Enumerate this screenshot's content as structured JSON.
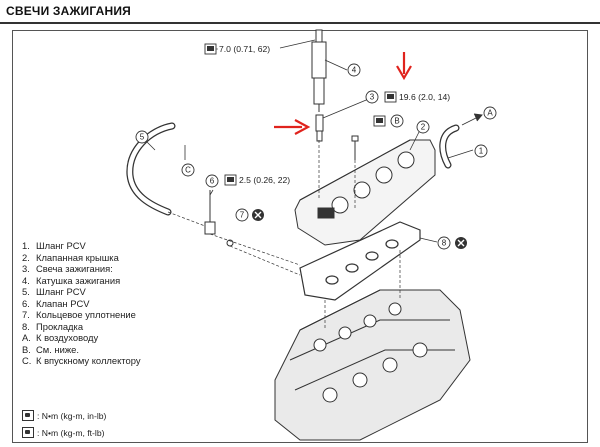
{
  "header": {
    "title": "СВЕЧИ ЗАЖИГАНИЯ"
  },
  "callouts": {
    "torque_1": "7.0 (0.71, 62)",
    "torque_2": "19.6 (2.0, 14)",
    "torque_3": "2.5 (0.26, 22)",
    "n1": "1",
    "n2": "2",
    "n3": "3",
    "n4": "4",
    "n5": "5",
    "n6": "6",
    "n7": "7",
    "n8": "8",
    "A": "A",
    "B": "B",
    "C": "C"
  },
  "legend": [
    {
      "key": "1.",
      "text": "Шланг PCV"
    },
    {
      "key": "2.",
      "text": "Клапанная крышка"
    },
    {
      "key": "3.",
      "text": "Свеча зажигания:"
    },
    {
      "key": "4.",
      "text": "Катушка зажигания"
    },
    {
      "key": "5.",
      "text": "Шланг PCV"
    },
    {
      "key": "6.",
      "text": "Клапан PCV"
    },
    {
      "key": "7.",
      "text": "Кольцевое уплотнение"
    },
    {
      "key": "8.",
      "text": "Прокладка"
    },
    {
      "key": "A.",
      "text": "К воздуховоду"
    },
    {
      "key": "B.",
      "text": "См. ниже."
    },
    {
      "key": "C.",
      "text": "К впускному коллектору"
    }
  ],
  "units": [
    {
      "text": ": N•m (kg-m, in-lb)"
    },
    {
      "text": ": N•m (kg-m, ft-lb)"
    }
  ],
  "colors": {
    "arrow": "#e0231d",
    "line": "#333333"
  }
}
